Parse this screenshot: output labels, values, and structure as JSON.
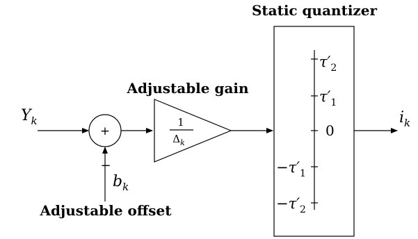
{
  "labels": {
    "static_quantizer": "Static quantizer",
    "adjustable_gain": "Adjustable gain",
    "adjustable_offset": "Adjustable offset"
  },
  "signals": {
    "input": "Y",
    "input_sub": "k",
    "output": "i",
    "output_sub": "k",
    "offset": "b",
    "offset_sub": "k"
  },
  "summer": {
    "sign_plus": "+",
    "sign_minus": "−"
  },
  "gain": {
    "numerator": "1",
    "denominator": "Δ",
    "denominator_sub": "k"
  },
  "quantizer_ticks": {
    "tau2_pos": "τ′",
    "tau2_pos_sub": "2",
    "tau1_pos": "τ′",
    "tau1_pos_sub": "1",
    "zero": "0",
    "tau1_neg": "−τ′",
    "tau1_neg_sub": "1",
    "tau2_neg": "−τ′",
    "tau2_neg_sub": "2"
  }
}
